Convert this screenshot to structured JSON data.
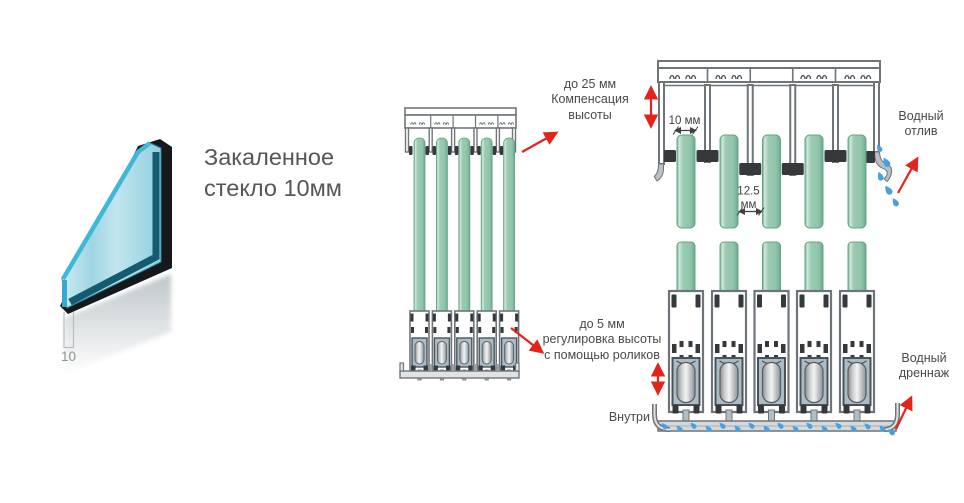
{
  "glass_panel": {
    "title": "Закаленное\nстекло 10мм",
    "thickness_label": "10"
  },
  "annotations": {
    "height_compensation": "до 25 мм\nКомпенсация\nвысоты",
    "roller_adjustment": "до 5 мм\nрегулировка высоты\nс помощью роликов",
    "water_sill": "Водный\nотлив",
    "water_drainage": "Водный\nдреннаж",
    "inside": "Внутри",
    "dim_glass_thickness": "10 мм",
    "dim_gap_value": "12.5",
    "dim_gap_unit": "мм"
  },
  "colors": {
    "accent_red": "#e2241b",
    "glass_green": "#93c7ad",
    "glass_cyan": "#49b6d6",
    "water_blue": "#45a1e4",
    "profile_gray": "#6e7478",
    "text_gray": "#4a4a4a"
  }
}
